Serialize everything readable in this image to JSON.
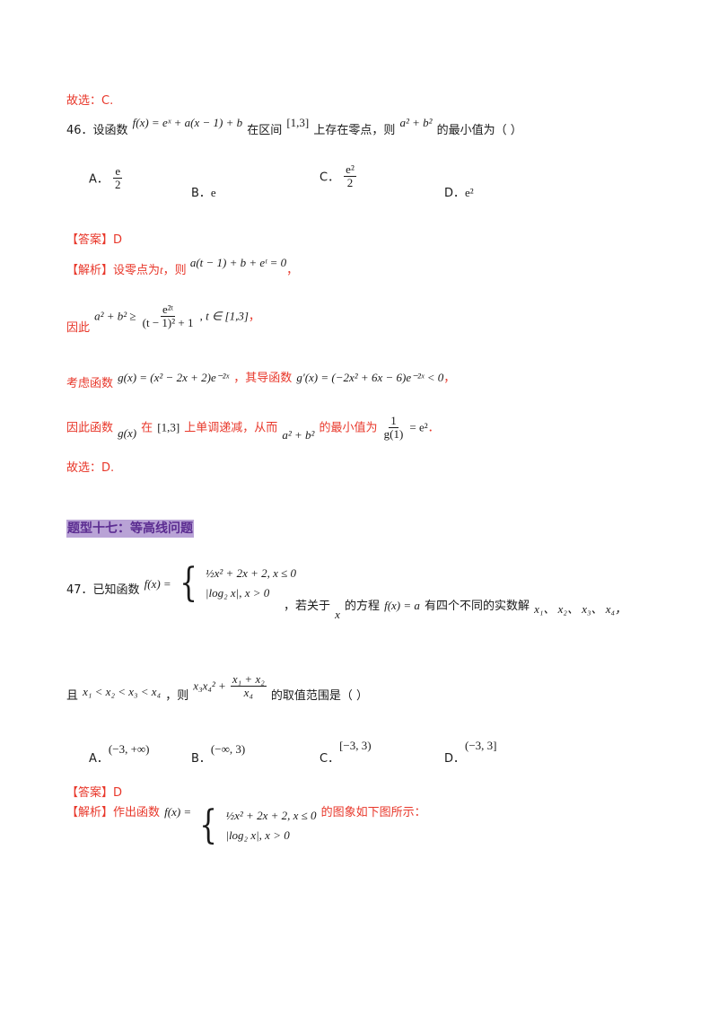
{
  "line_prev_answer": "故选：C.",
  "q46": {
    "number": "46．设函数",
    "func": "f(x) = eˣ + a(x − 1) + b",
    "mid": "在区间",
    "interval": "[1,3]",
    "tail": "上存在零点，则",
    "expr": "a² + b²",
    "end": "的最小值为（    ）",
    "options": [
      {
        "label": "A．",
        "value": "e / 2"
      },
      {
        "label": "B．",
        "value": "e"
      },
      {
        "label": "C．",
        "value": "e² / 2"
      },
      {
        "label": "D．",
        "value": "e²"
      }
    ],
    "answer_tag": "【答案】",
    "answer": "D",
    "analysis_tag": "【解析】",
    "analysis_1a": "设零点为",
    "analysis_1t": "t",
    "analysis_1b": "，则",
    "analysis_1eq": "a(t − 1) + b + eᵗ = 0",
    "analysis_2a": "因此",
    "analysis_2eq_left": "a² + b² ≥",
    "analysis_2num": "e²ᵗ",
    "analysis_2den": "(t − 1)² + 1",
    "analysis_2right": ", t ∈ [1,3]",
    "analysis_3a": "考虑函数",
    "analysis_3eq": "g(x) = (x² − 2x + 2)e⁻²ˣ",
    "analysis_3b": "，其导函数",
    "analysis_3eq2": "g′(x) = (−2x² + 6x − 6)e⁻²ˣ < 0",
    "analysis_4a": "因此函数",
    "analysis_4g": "g(x)",
    "analysis_4b": "在",
    "analysis_4int": "[1,3]",
    "analysis_4c": "上单调递减，从而",
    "analysis_4d": "a² + b²",
    "analysis_4e": "的最小值为",
    "analysis_4num": "1",
    "analysis_4den": "g(1)",
    "analysis_4res": "= e²",
    "final": "故选：D."
  },
  "section_title": "题型十七：等高线问题",
  "q47": {
    "number": "47．已知函数",
    "func_lhs": "f(x) =",
    "case1": "½x² + 2x + 2, x ≤ 0",
    "case2": "|log₂ x|, x > 0",
    "mid": "，若关于",
    "x": "x",
    "mid2": "的方程",
    "eq": "f(x) = a",
    "mid3": "有四个不同的实数解",
    "roots": "x₁、 x₂、 x₃、 x₄，",
    "line2a": "且",
    "order": "x₁ < x₂ < x₃ < x₄",
    "line2b": "，则",
    "expr_left": "x₃x₄² +",
    "expr_num": "x₁ + x₂",
    "expr_den": "x₄",
    "line2c": "的取值范围是（    ）",
    "options": [
      {
        "label": "A．",
        "value": "(−3, +∞)"
      },
      {
        "label": "B．",
        "value": "(−∞, 3)"
      },
      {
        "label": "C．",
        "value": "[−3, 3)"
      },
      {
        "label": "D．",
        "value": "(−3, 3]"
      }
    ],
    "answer_tag": "【答案】",
    "answer": "D",
    "analysis_tag": "【解析】",
    "analysis_1a": "作出函数",
    "analysis_1b": "的图象如下图所示："
  }
}
